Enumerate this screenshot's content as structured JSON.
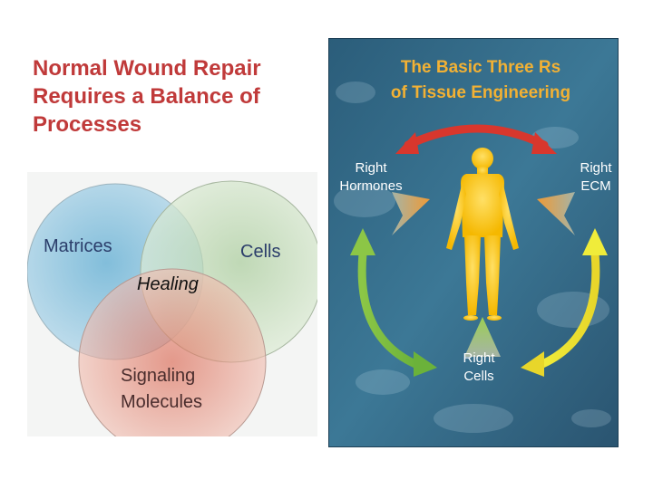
{
  "left_title": {
    "line1": "Normal Wound Repair",
    "line2": "Requires a Balance of",
    "line3": "Processes"
  },
  "venn": {
    "circles": [
      {
        "label": "Matrices",
        "color": "#5fa3c6"
      },
      {
        "label": "Cells",
        "color": "#b9d4ab"
      },
      {
        "label": "Signaling Molecules",
        "label_line1": "Signaling",
        "label_line2": "Molecules",
        "color": "#e0826b"
      }
    ],
    "center_label": "Healing"
  },
  "panel": {
    "title_line1": "The Basic Three Rs",
    "title_line2": "of Tissue Engineering",
    "labels": {
      "hormones_line1": "Right",
      "hormones_line2": "Hormones",
      "ecm_line1": "Right",
      "ecm_line2": "ECM",
      "cells_line1": "Right",
      "cells_line2": "Cells"
    },
    "colors": {
      "background": "#2b5d7a",
      "title": "#f2b134",
      "arrow_top": "#d8372d",
      "arrow_left": "#86c441",
      "arrow_right": "#e6e23a",
      "figure": "#f7c21a"
    }
  }
}
